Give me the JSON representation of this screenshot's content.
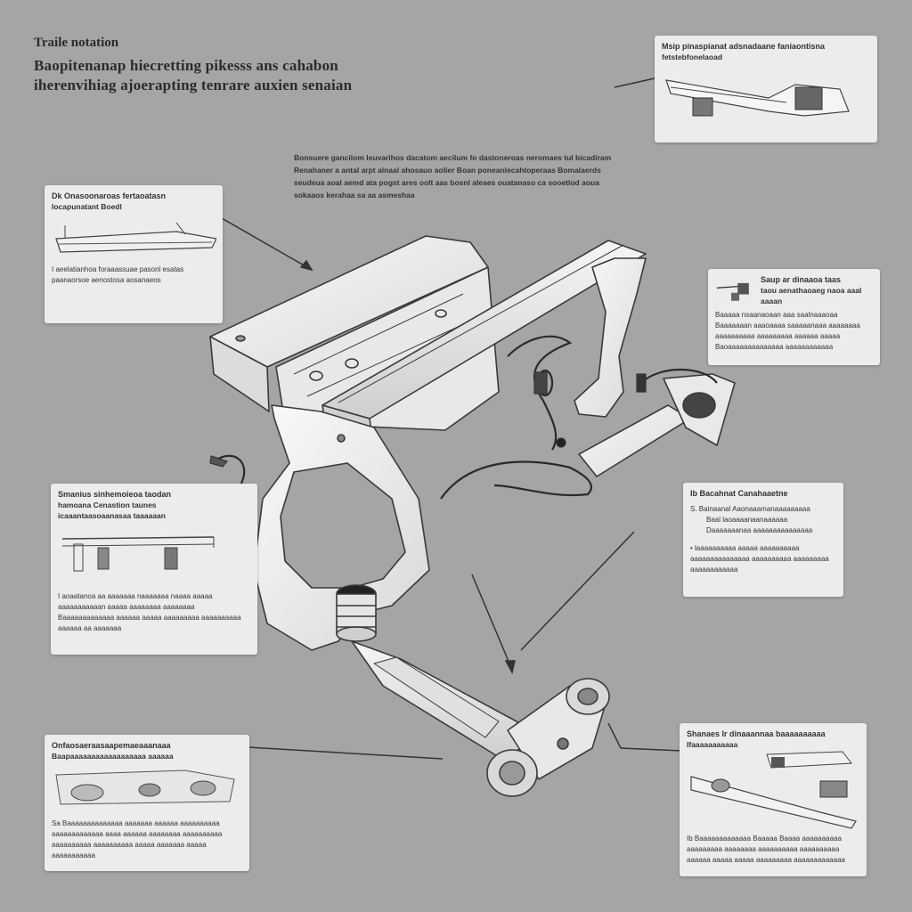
{
  "title": {
    "small": "Traile notation",
    "line1": "Baopitenanap hiecretting  pikesss ans cahabon",
    "line2": "iherenvihiag  ajoerapting  tenrare  auxien   senaian"
  },
  "center_caption": "Bonsuere gancilom leuvarihos dacatom aecilum fo dastoneroas neromaes tul bicadiram Renahaner a antal arpt alnaal ahosauo aolier Boan poneanlecahtoperaas Bomalaerds seudeua aoal aemd ata pogst ares oolt aas  bosnl aleaes ouatanaso ca sooetlod aoua sokaaos kerahaa sa aa asmeshaa",
  "callouts": {
    "top_right": {
      "head": "Msip  pinaspianat  adsnadaane  faniaontisna",
      "sub": "fetstebfonelaoad"
    },
    "left_upper": {
      "head": "Dk  Onasoonaroas fertaoatasn",
      "sub": "Iocapunatant           Boedl",
      "body": "I aeelatianhoa foraaassuae pasonl esatas paanaorsoe aenostosa aosanaeos"
    },
    "right_upper": {
      "head": "Saup ar dinaaoa taas",
      "sub": "taou aenathaoaeg  naoa aaal aaaan",
      "body": "Baaaaa nsaanaoaan aaa saalnaaaoaa Baaaaaaan aaaoaaaa saaaaanaaa aaaaaaaa aaaaaaaaaa aaaaaaaaa aaaaaa aaaaa Baoaaaaaaaaaaaaaa aaaaaaaaaaaa"
    },
    "left_middle": {
      "head": "Smanius sinhemoieoa taodan",
      "sub": "hamoana Cenastion taunes",
      "sub2": "icaaantaasoaanasaa taaaaaan",
      "body": "I aoaatanoa aa aaaaaaa naaaaaaa naaaa aaaaa aaaaaaaaaaan aaaaa aaaaaaaa aaaaaaaa Baaaaaaaaaaaaa aaaaaa aaaaa aaaaaaaaa aaaaaaaaaa aaaaaa aa aaaaaaa"
    },
    "right_middle": {
      "head": "Ib  Bacahnat Canahaaetne",
      "item1": "S.  Bainaanal Aaonaaamanaaaaaaaaa",
      "item1b": "Baal  laoaaaanaanaaaaaa",
      "item1c": "Daaaaaaanaa  aaaaaaaaaaaaaaa",
      "item2": "• laaaaaaaaaa aaaaa aaaaaaaaaa aaaaaaaaaaaaaaa aaaaaaaaaa aaaaaaaaa aaaaaaaaaaaa"
    },
    "left_bottom": {
      "head": "Onfaosaeraasaapemaeaaanaaa",
      "sub": "Baapaaaaaaaaaaaaaaaaaa aaaaaa",
      "body": "Sa  Baaaaaaaaaaaaaa aaaaaaa aaaaaa aaaaaaaaaa aaaaaaaaaaaaa aaaa aaaaaa aaaaaaaa aaaaaaaaaa aaaaaaaaaa aaaaaaaaaa aaaaa aaaaaaa aaaaa aaaaaaaaaaa"
    },
    "right_bottom": {
      "head": "Shanaes Ir dinaaannaa  baaaaaaaaaa",
      "sub": "Ifaaaaaaaaaaa",
      "body": "Ib  Baaaaaaaaaaaaa   Baaaaa        Baaaa  aaaaaaaaaa aaaaaaaaa aaaaaaaa aaaaaaaaaa aaaaaaaaaa aaaaaa aaaaa aaaaa aaaaaaaaa aaaaaaaaaaaaa"
    }
  }
}
